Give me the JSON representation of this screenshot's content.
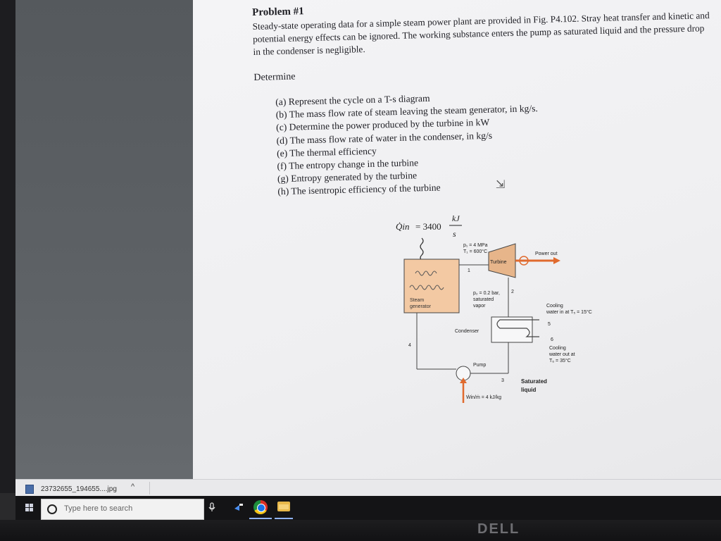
{
  "document": {
    "title": "Problem #1",
    "intro": "Steady-state operating data for a simple steam power plant are provided in Fig. P4.102. Stray heat transfer and kinetic and potential energy effects can be ignored. The working substance enters the pump as saturated liquid and the pressure drop in the condenser is negligible.",
    "determine": "Determine",
    "items": [
      "(a) Represent the cycle on a T-s diagram",
      "(b) The mass flow rate of steam leaving the steam generator, in kg/s.",
      "(c) Determine the power produced by the turbine in kW",
      "(d) The mass flow rate of water in the condenser, in kg/s",
      "(e) The thermal efficiency",
      "(f) The entropy change in the turbine",
      "(g) Entropy generated by the turbine",
      "(h) The isentropic efficiency of the turbine"
    ]
  },
  "diagram": {
    "q_in_symbol": "Q̇in",
    "q_in_eq": "= 3400",
    "q_in_num": "kJ",
    "q_in_den": "s",
    "state1": "p₁ = 4 MPa",
    "state1_t": "T₁ = 600°C",
    "turbine": "Turbine",
    "power_out": "Power out",
    "steam_gen_1": "Steam",
    "steam_gen_2": "generator",
    "state2_a": "p₂ = 0.2 bar,",
    "state2_b": "saturated",
    "state2_c": "vapor",
    "cooling_in_1": "Cooling",
    "cooling_in_2": "water in at T₅ = 15°C",
    "condenser": "Condenser",
    "cooling_out_1": "Cooling",
    "cooling_out_2": "water out at",
    "cooling_out_3": "T₆ = 35°C",
    "pump": "Pump",
    "pump_work": "Ẇin/ṁ = 4 kJ/kg",
    "saturated_1": "Saturated",
    "saturated_2": "liquid",
    "n1": "1",
    "n2": "2",
    "n3": "3",
    "n4": "4",
    "n5": "5",
    "n6": "6"
  },
  "downloads": {
    "file_name": "23732655_194655....jpg",
    "chevron": "^"
  },
  "taskbar": {
    "search_placeholder": "Type here to search"
  },
  "monitor": {
    "brand": "DELL"
  },
  "colors": {
    "steam_generator": "#f3c9a3",
    "turbine": "#e7b58a",
    "power_arrow": "#e06a2e",
    "pump_arrow": "#e06a2e"
  }
}
